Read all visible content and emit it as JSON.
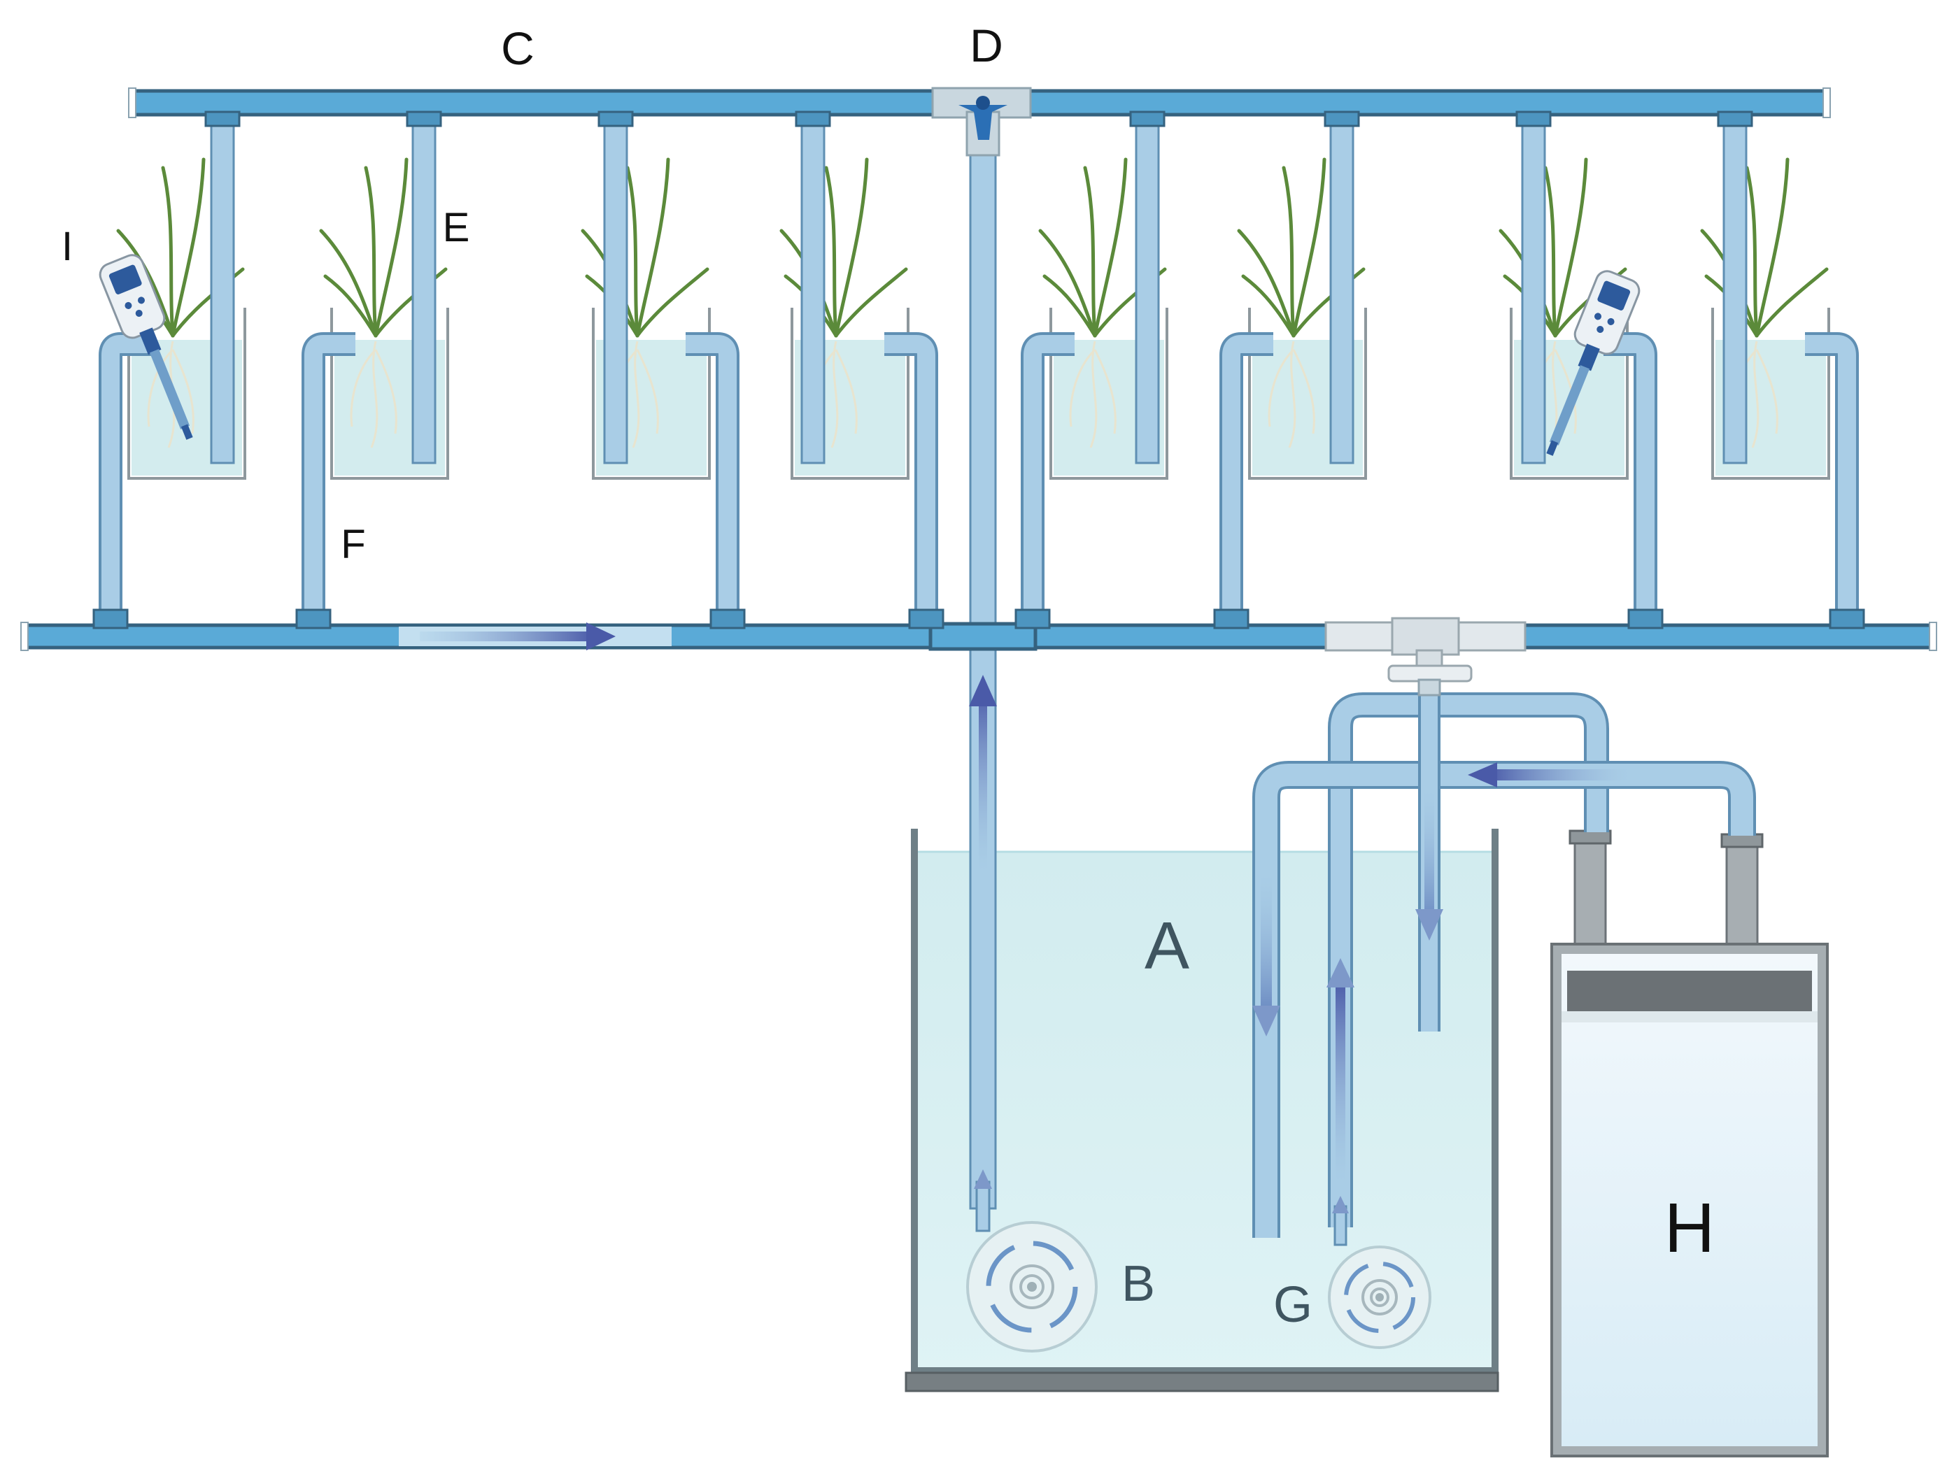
{
  "labels": {
    "A": "A",
    "B": "B",
    "C": "C",
    "D": "D",
    "E": "E",
    "F": "F",
    "G": "G",
    "H": "H",
    "I": "I"
  },
  "colors": {
    "pipe_fill": "#a9cde6",
    "pipe_edge": "#5f8fb3",
    "main_pipe": "#5aaad7",
    "main_pipe_edge": "#35627f",
    "water": "#d6eff2",
    "tank_wall": "#6e7f86",
    "flow_arrow": "#4a5aa8",
    "plant": "#5b8a3a",
    "chiller_body": "#e6f2fa",
    "chiller_frame": "#8d969b"
  },
  "icons": {
    "pump_b": "centrifugal-pump-icon",
    "pump_g": "centrifugal-pump-icon",
    "meter": "ph-meter-icon",
    "plant": "seedling-icon",
    "valve": "tee-valve-icon"
  }
}
